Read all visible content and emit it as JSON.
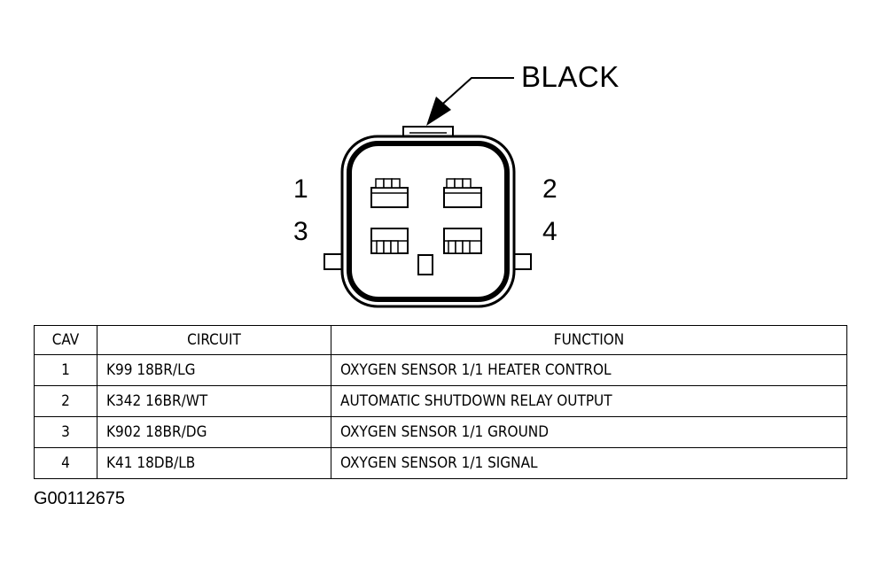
{
  "connector": {
    "callout_label": "BLACK",
    "cavity_labels": [
      "1",
      "2",
      "3",
      "4"
    ]
  },
  "table": {
    "headers": {
      "cav": "CAV",
      "circuit": "CIRCUIT",
      "function": "FUNCTION"
    },
    "rows": [
      {
        "cav": "1",
        "circuit": "K99 18BR/LG",
        "function": "OXYGEN SENSOR 1/1 HEATER CONTROL"
      },
      {
        "cav": "2",
        "circuit": "K342 16BR/WT",
        "function": "AUTOMATIC SHUTDOWN RELAY OUTPUT"
      },
      {
        "cav": "3",
        "circuit": "K902 18BR/DG",
        "function": "OXYGEN SENSOR 1/1 GROUND"
      },
      {
        "cav": "4",
        "circuit": "K41 18DB/LB",
        "function": "OXYGEN SENSOR 1/1 SIGNAL"
      }
    ]
  },
  "figure_id": "G00112675"
}
